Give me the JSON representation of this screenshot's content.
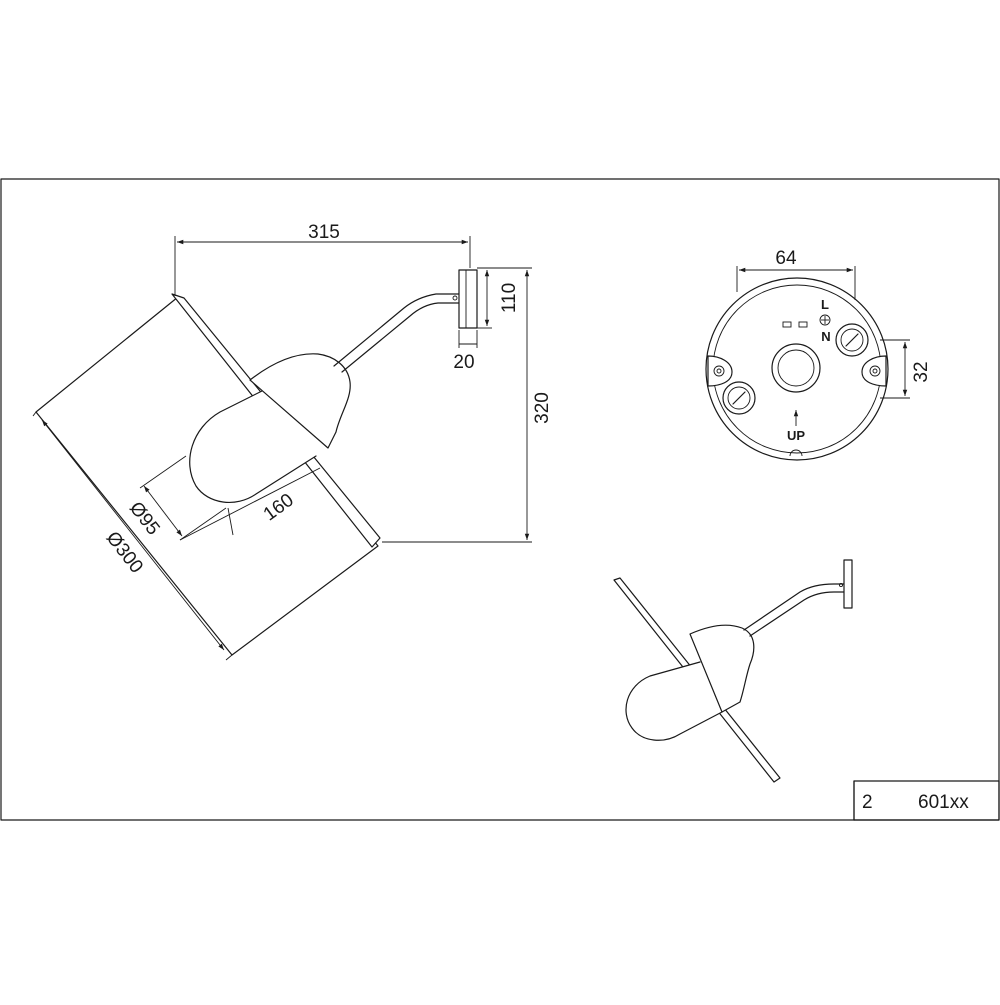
{
  "dimensions": {
    "width_total": "315",
    "height_total": "320",
    "plate_height": "110",
    "plate_depth": "20",
    "bulb_diameter": "Ø95",
    "shade_diameter": "Ø300",
    "bulb_length": "160",
    "box_width": "64",
    "hole_spacing": "32"
  },
  "wiring": {
    "live": "L",
    "neutral": "N",
    "up": "UP"
  },
  "title_block": {
    "sheet": "2",
    "model": "601xx"
  }
}
